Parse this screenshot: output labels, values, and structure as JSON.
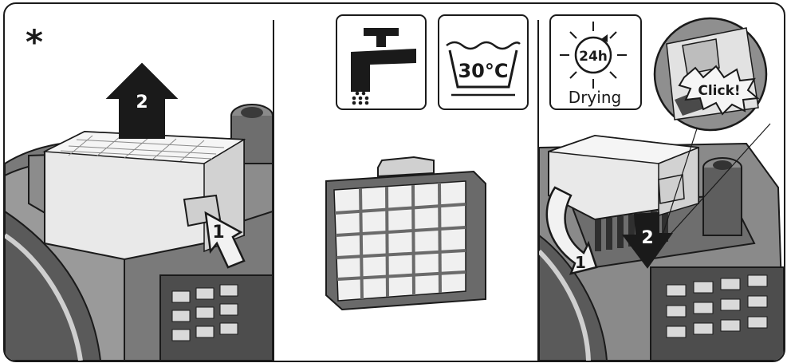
{
  "left_panel": {
    "optional_marker": "*",
    "step_lift": "2",
    "step_press": "1"
  },
  "middle_panel": {
    "water_icon": "tap-water-icon",
    "wash_temperature": "30°C"
  },
  "right_panel": {
    "drying_time": "24h",
    "drying_label": "Drying",
    "click_label": "Click!",
    "step_tilt": "1",
    "step_push": "2"
  },
  "colors": {
    "outline": "#1a1a1a",
    "body_dark": "#6b6b6b",
    "body_mid": "#a8a8a8",
    "filter_light": "#e9e9e9",
    "arrow_dark": "#1a1a1a",
    "arrow_light": "#f2f2f2"
  }
}
